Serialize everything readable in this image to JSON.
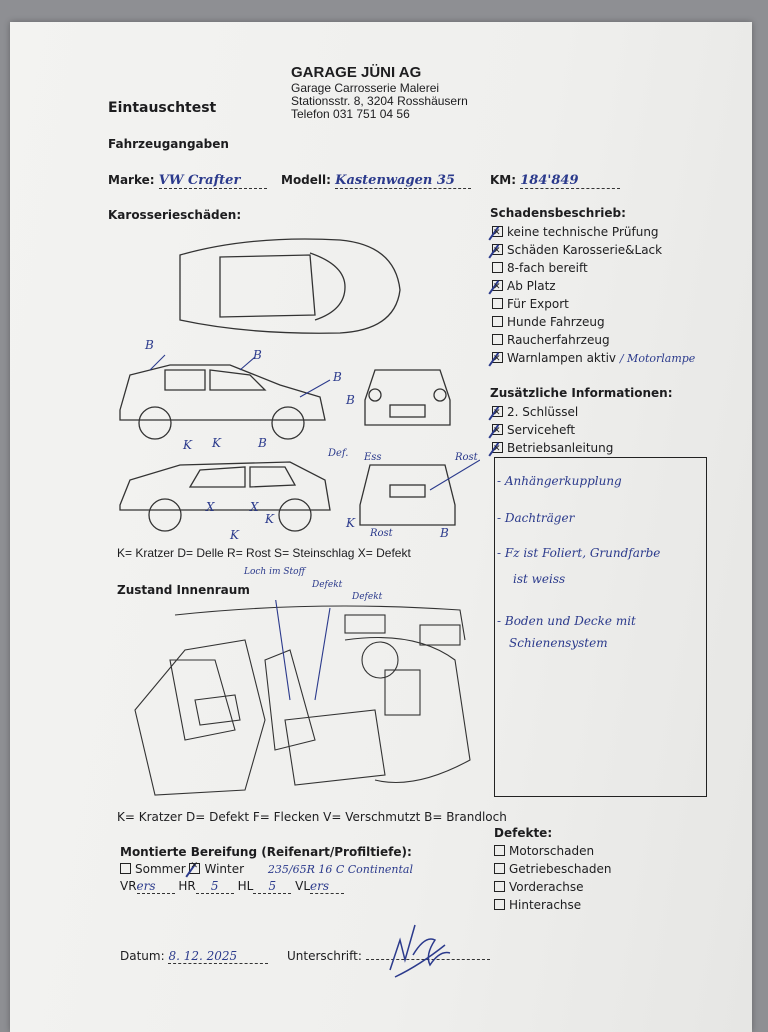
{
  "header": {
    "title": "Eintauschtest",
    "company": "GARAGE JÜNI AG",
    "subtitle": "Garage Carrosserie Malerei",
    "address": "Stationsstr. 8, 3204 Rosshäusern",
    "phone": "Telefon 031 751 04 56"
  },
  "vehicle": {
    "section": "Fahrzeugangaben",
    "marke_label": "Marke:",
    "marke": "VW Crafter",
    "modell_label": "Modell:",
    "modell": "Kastenwagen 35",
    "km_label": "KM:",
    "km": "184'849"
  },
  "body_damage": {
    "section": "Karosserieschäden:",
    "legend": "K= Kratzer D= Delle R= Rost S= Steinschlag X= Defekt",
    "marks": [
      "B",
      "B",
      "B",
      "K",
      "K",
      "B",
      "B",
      "Def.",
      "Rost",
      "Ess",
      "Rost",
      "K",
      "B",
      "X",
      "X",
      "K",
      "K"
    ]
  },
  "damage_desc": {
    "section": "Schadensbeschrieb:",
    "items": [
      {
        "label": "keine technische Prüfung",
        "checked": true
      },
      {
        "label": "Schäden Karosserie&Lack",
        "checked": true
      },
      {
        "label": "8-fach bereift",
        "checked": false
      },
      {
        "label": "Ab Platz",
        "checked": true
      },
      {
        "label": "Für Export",
        "checked": false
      },
      {
        "label": "Hunde Fahrzeug",
        "checked": false
      },
      {
        "label": "Raucherfahrzeug",
        "checked": false
      },
      {
        "label": "Warnlampen aktiv",
        "checked": true
      }
    ],
    "warn_note": "/ Motorlampe"
  },
  "additional": {
    "section": "Zusätzliche Informationen:",
    "items": [
      {
        "label": "2. Schlüssel",
        "checked": true
      },
      {
        "label": "Serviceheft",
        "checked": true
      },
      {
        "label": "Betriebsanleitung",
        "checked": true
      }
    ],
    "notes": [
      "- Anhängerkupplung",
      "- Dachträger",
      "- Fz ist Foliert, Grundfarbe",
      "ist weiss",
      "- Boden und Decke mit",
      "Schienensystem"
    ]
  },
  "interior": {
    "section": "Zustand Innenraum",
    "legend": "K= Kratzer D= Defekt F= Flecken V= Verschmutzt B= Brandloch",
    "marks": [
      "Loch im Stoff",
      "Defekt",
      "Defekt"
    ]
  },
  "defects": {
    "section": "Defekte:",
    "items": [
      {
        "label": "Motorschaden",
        "checked": false
      },
      {
        "label": "Getriebeschaden",
        "checked": false
      },
      {
        "label": "Vorderachse",
        "checked": false
      },
      {
        "label": "Hinterachse",
        "checked": false
      }
    ]
  },
  "tires": {
    "section": "Montierte Bereifung (Reifenart/Profiltiefe):",
    "summer": "Sommer",
    "summer_checked": false,
    "winter": "Winter",
    "winter_checked": true,
    "spec": "235/65R 16 C Continental",
    "vr_label": "VR",
    "vr": "ers",
    "hr_label": "HR",
    "hr": "5",
    "hl_label": "HL",
    "hl": "5",
    "vl_label": "VL",
    "vl": "ers"
  },
  "footer": {
    "date_label": "Datum:",
    "date": "8. 12. 2025",
    "signature_label": "Unterschrift:",
    "signature": "M. Gugg"
  },
  "colors": {
    "ink": "#2b3a8c",
    "paper": "#f1f1ef"
  }
}
